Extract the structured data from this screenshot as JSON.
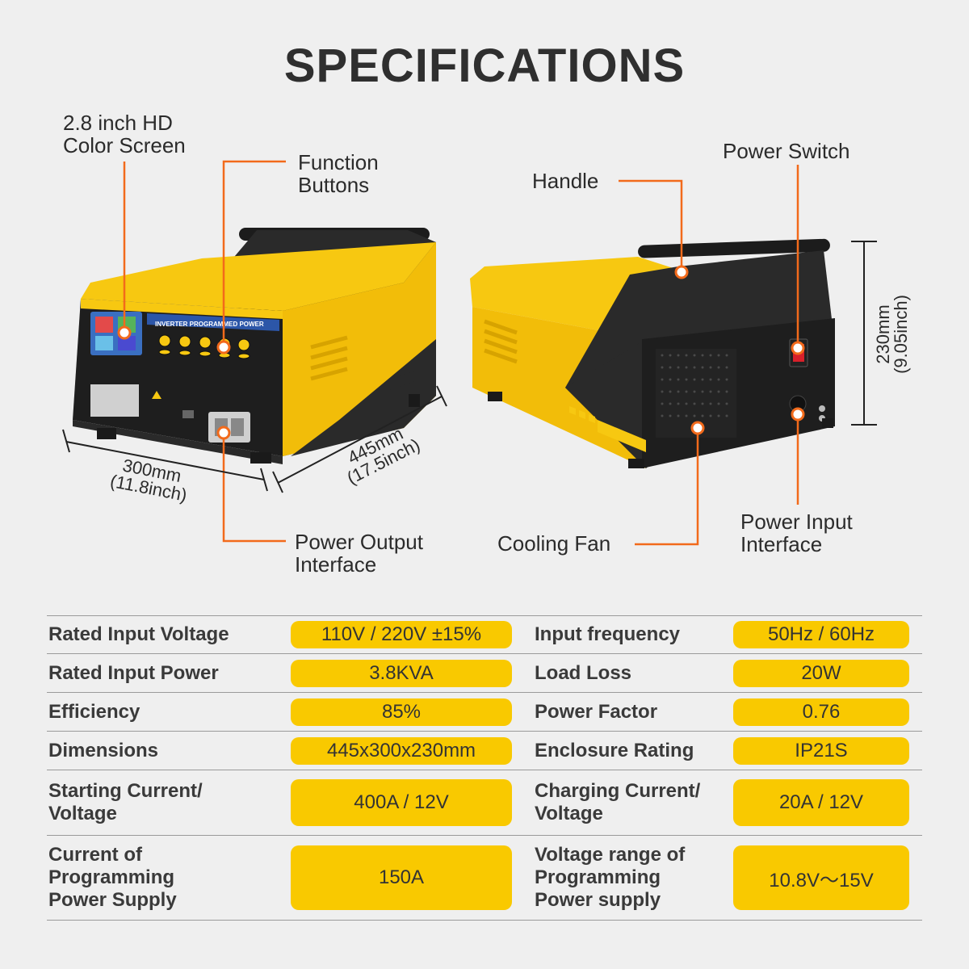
{
  "title": "SPECIFICATIONS",
  "callouts": {
    "screen": "2.8 inch HD\nColor Screen",
    "function_buttons": "Function\nButtons",
    "power_output": "Power Output\nInterface",
    "handle": "Handle",
    "power_switch": "Power Switch",
    "cooling_fan": "Cooling Fan",
    "power_input": "Power Input\nInterface"
  },
  "dimensions": {
    "width": "300mm\n(11.8inch)",
    "depth": "445mm\n(17.5inch)",
    "height": "230mm\n(9.05inch)"
  },
  "device": {
    "panel_title": "INVERTER PROGRAMMED POWER",
    "body_color": "#f7c811",
    "dark_color": "#2a2a2a",
    "accent_color": "#f26a1b"
  },
  "specs": [
    {
      "label_left": "Rated Input Voltage",
      "value_left": "110V / 220V ±15%",
      "label_right": "Input frequency",
      "value_right": "50Hz / 60Hz"
    },
    {
      "label_left": "Rated Input Power",
      "value_left": "3.8KVA",
      "label_right": "Load Loss",
      "value_right": "20W"
    },
    {
      "label_left": "Efficiency",
      "value_left": "85%",
      "label_right": "Power Factor",
      "value_right": "0.76"
    },
    {
      "label_left": "Dimensions",
      "value_left": "445x300x230mm",
      "label_right": "Enclosure Rating",
      "value_right": "IP21S"
    },
    {
      "label_left": "Starting Current/\nVoltage",
      "value_left": "400A / 12V",
      "label_right": "Charging Current/\nVoltage",
      "value_right": "20A / 12V"
    },
    {
      "label_left": "Current of\nProgramming\nPower Supply",
      "value_left": "150A",
      "label_right": "Voltage range of\nProgramming\nPower supply",
      "value_right": "10.8V～15V"
    }
  ]
}
